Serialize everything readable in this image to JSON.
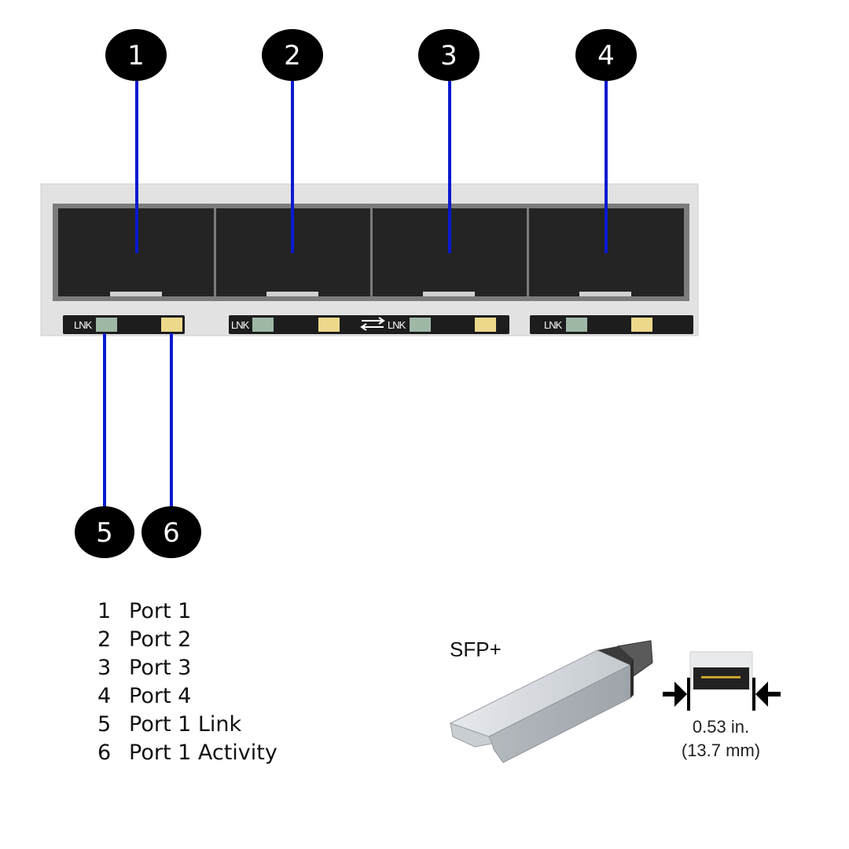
{
  "callouts": [
    {
      "number": "1"
    },
    {
      "number": "2"
    },
    {
      "number": "3"
    },
    {
      "number": "4"
    },
    {
      "number": "5"
    },
    {
      "number": "6"
    }
  ],
  "led_label": "LNK",
  "legend": [
    {
      "number": "1",
      "label": "Port 1"
    },
    {
      "number": "2",
      "label": "Port 2"
    },
    {
      "number": "3",
      "label": "Port 3"
    },
    {
      "number": "4",
      "label": "Port 4"
    },
    {
      "number": "5",
      "label": "Port 1 Link"
    },
    {
      "number": "6",
      "label": "Port 1 Activity"
    }
  ],
  "module": {
    "label": "SFP+",
    "dimension_in": "0.53 in.",
    "dimension_mm": "(13.7 mm)"
  },
  "colors": {
    "leader_line": "#0a1ad0",
    "callout_fill": "#000000",
    "port_fill": "#242424",
    "link_led": "#9fb8a6",
    "activity_led": "#ecd98c"
  }
}
